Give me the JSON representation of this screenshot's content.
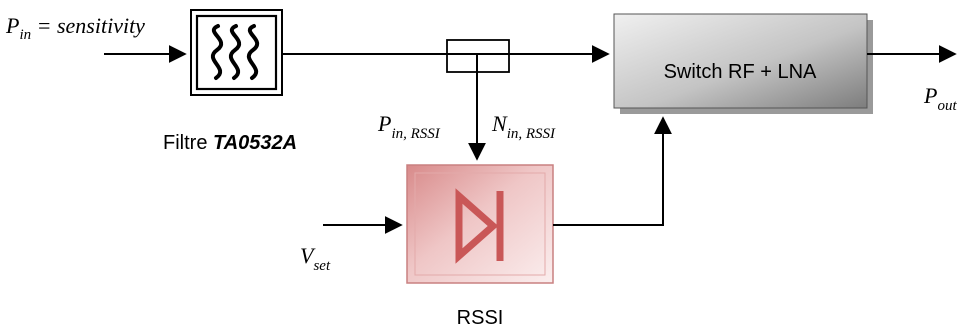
{
  "labels": {
    "input_main": "P",
    "input_sub": "in",
    "input_rest": " = sensitivity",
    "filter_prefix": "Filtre ",
    "filter_model": "TA0532A",
    "p_rssi_main": "P",
    "p_rssi_sub": "in, RSSI",
    "n_rssi_main": "N",
    "n_rssi_sub": "in, RSSI",
    "vset_main": "V",
    "vset_sub": "set",
    "switch_label": "Switch RF + LNA",
    "rssi_label": "RSSI",
    "pout_main": "P",
    "pout_sub": "out"
  },
  "colors": {
    "line": "#000000",
    "rssi_fill_light": "#f6dede",
    "rssi_fill_dark": "#cf8383",
    "diode": "#c95757",
    "switch_fill_light": "#e8e8e8",
    "switch_fill_dark": "#8a8a8a"
  },
  "icons": {
    "filter": "filter-icon",
    "diode": "diode-icon",
    "coupler": "coupler-box"
  }
}
